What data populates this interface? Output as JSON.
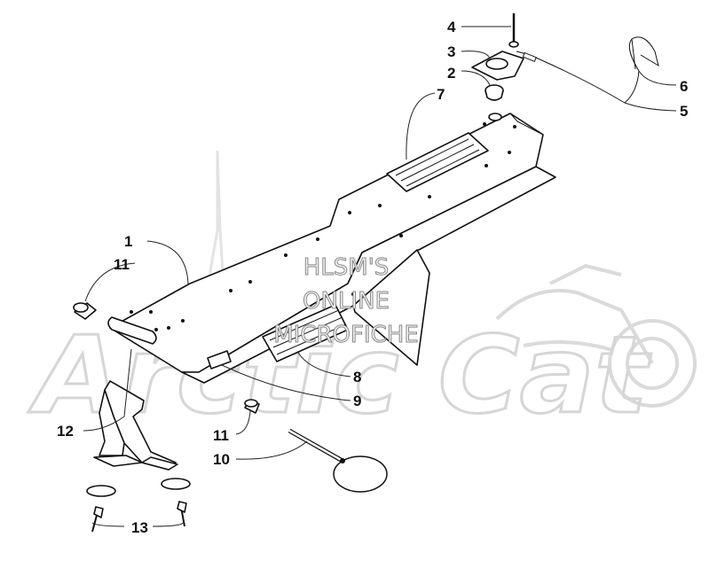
{
  "watermark": {
    "brand": "Arctic Cat",
    "lines": [
      "HLSM'S",
      "ONLINE",
      "MICROFICHE"
    ]
  },
  "callouts": [
    {
      "id": "c4",
      "label": "4"
    },
    {
      "id": "c3",
      "label": "3"
    },
    {
      "id": "c2",
      "label": "2"
    },
    {
      "id": "c7",
      "label": "7"
    },
    {
      "id": "c6",
      "label": "6"
    },
    {
      "id": "c5",
      "label": "5"
    },
    {
      "id": "c1",
      "label": "1"
    },
    {
      "id": "c11a",
      "label": "11"
    },
    {
      "id": "c8",
      "label": "8"
    },
    {
      "id": "c9",
      "label": "9"
    },
    {
      "id": "c12",
      "label": "12"
    },
    {
      "id": "c11b",
      "label": "11"
    },
    {
      "id": "c10",
      "label": "10"
    },
    {
      "id": "c13",
      "label": "13"
    }
  ]
}
